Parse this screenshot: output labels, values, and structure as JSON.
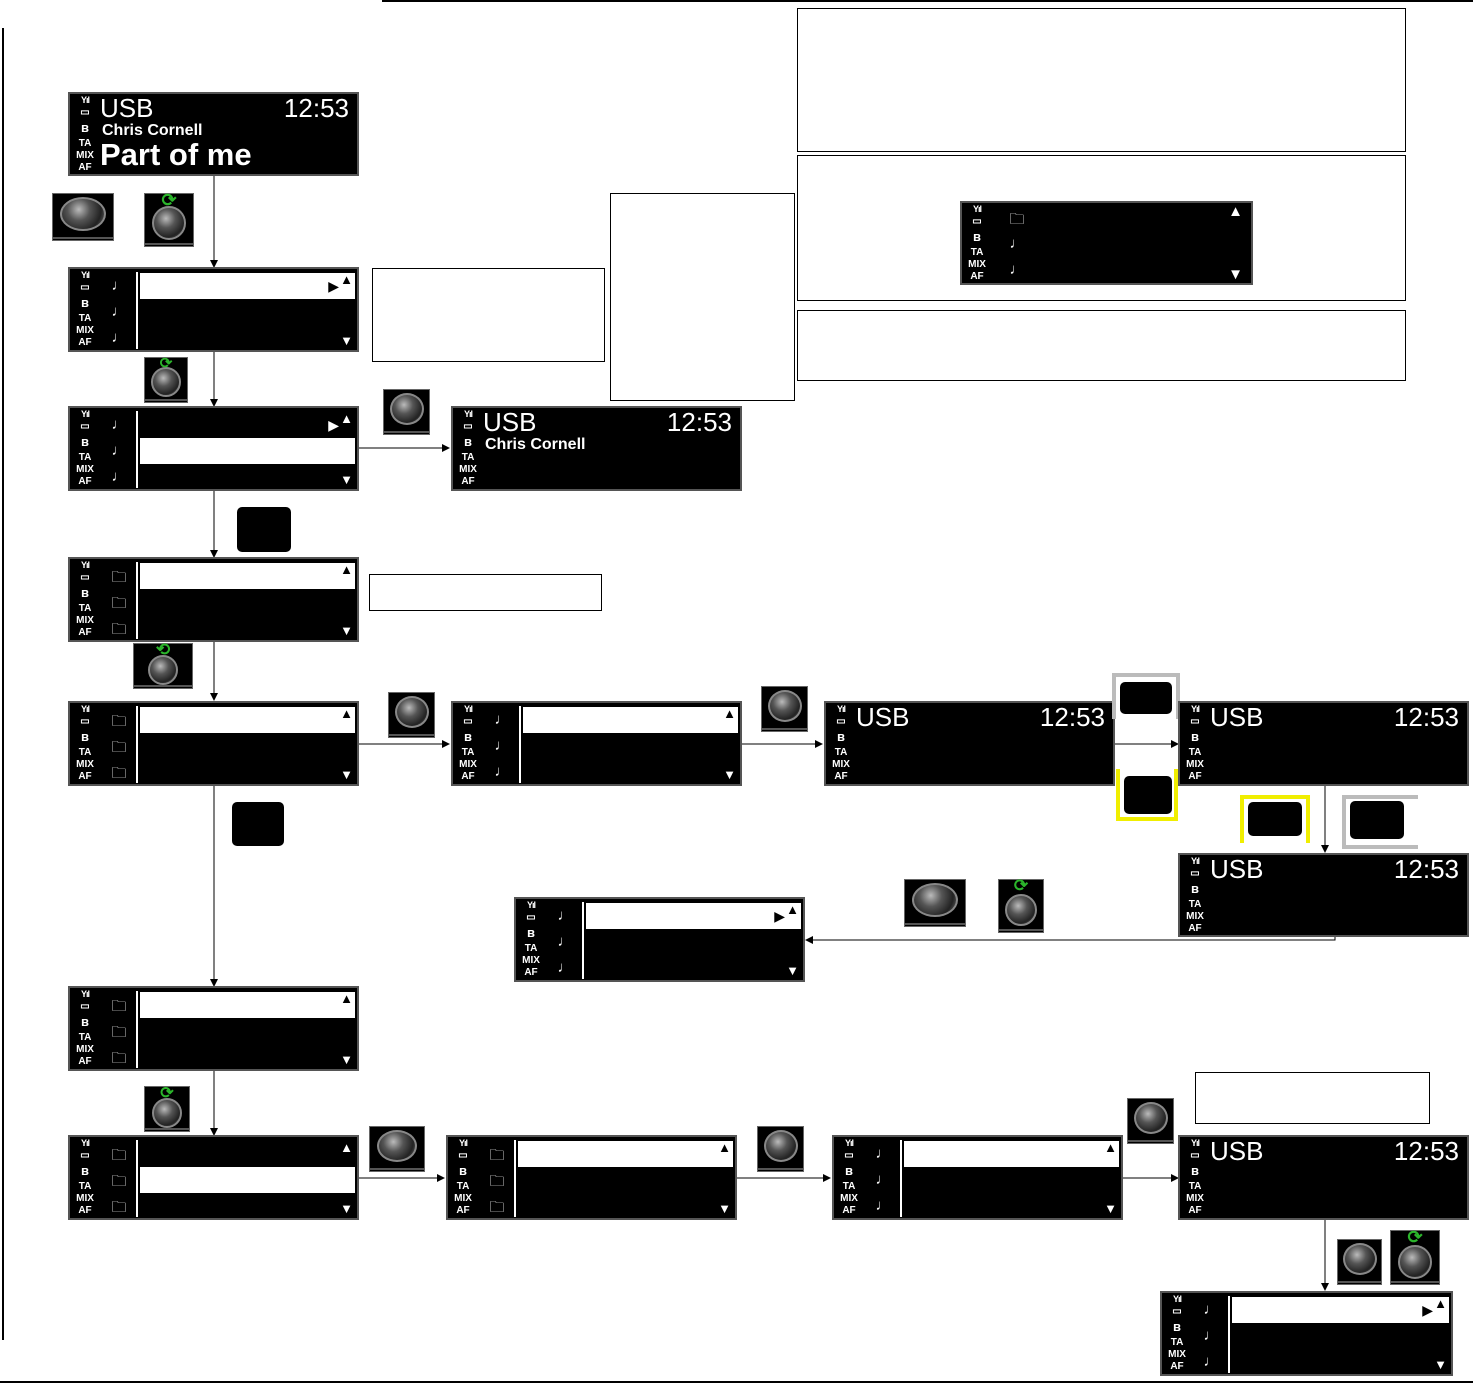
{
  "now_playing": {
    "source": "USB",
    "time": "12:53",
    "artist": "Chris Cornell",
    "song": "Part of me"
  },
  "status_icons": {
    "signal": "signal-bars-icon",
    "battery": "battery-icon",
    "bluetooth": "ʙ",
    "ta": "TA",
    "mix": "MIX",
    "af": "AF"
  },
  "icons": {
    "note": "♩",
    "folder": "🗀",
    "up": "▲",
    "down": "▼",
    "play": "▶"
  }
}
